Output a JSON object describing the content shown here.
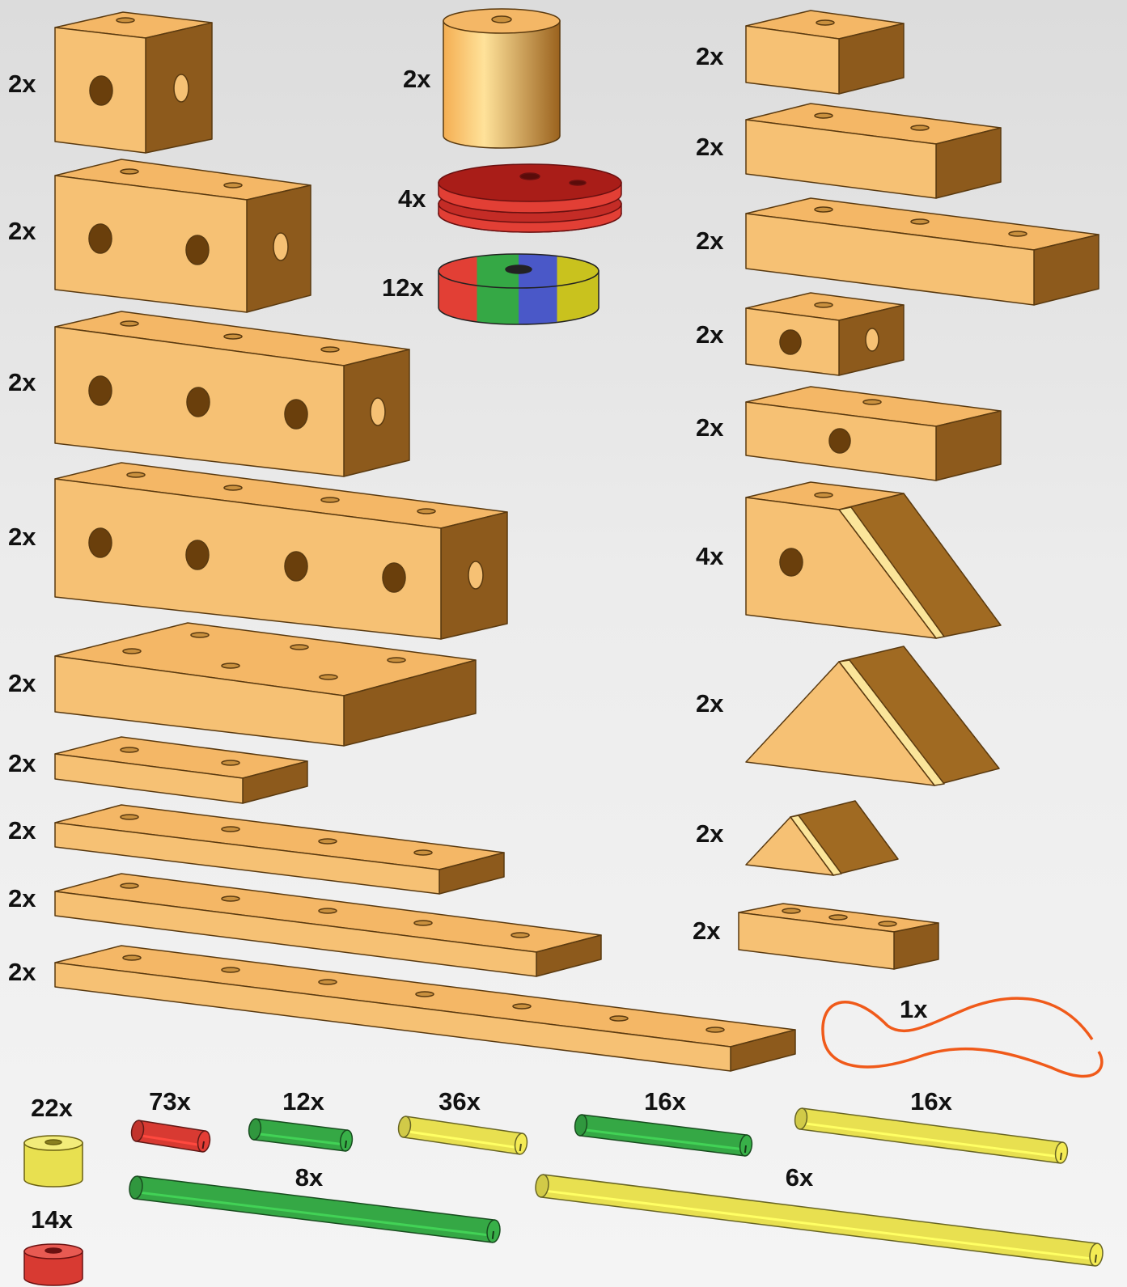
{
  "parts": {
    "left_blocks": [
      {
        "qty": "2x",
        "name": "cube-block-1-hole"
      },
      {
        "qty": "2x",
        "name": "block-2-holes"
      },
      {
        "qty": "2x",
        "name": "block-3-holes"
      },
      {
        "qty": "2x",
        "name": "block-4-holes"
      },
      {
        "qty": "2x",
        "name": "wide-plate-6-holes"
      },
      {
        "qty": "2x",
        "name": "short-slat-2-holes"
      },
      {
        "qty": "2x",
        "name": "slat-4-holes"
      },
      {
        "qty": "2x",
        "name": "slat-5-holes"
      },
      {
        "qty": "2x",
        "name": "long-slat-7-holes"
      }
    ],
    "middle": [
      {
        "qty": "2x",
        "name": "cylinder-wheel"
      },
      {
        "qty": "4x",
        "name": "red-pulley-disc"
      },
      {
        "qty": "12x",
        "name": "colored-ring"
      }
    ],
    "right_blocks": [
      {
        "qty": "2x",
        "name": "small-block-1-hole"
      },
      {
        "qty": "2x",
        "name": "flat-block-2-holes"
      },
      {
        "qty": "2x",
        "name": "long-flat-block-3-holes"
      },
      {
        "qty": "2x",
        "name": "small-block-side-holes"
      },
      {
        "qty": "2x",
        "name": "flat-block-front-hole"
      },
      {
        "qty": "4x",
        "name": "ramp-wedge"
      },
      {
        "qty": "2x",
        "name": "large-prism"
      },
      {
        "qty": "2x",
        "name": "small-prism"
      },
      {
        "qty": "2x",
        "name": "small-block-3-holes"
      }
    ],
    "string": {
      "qty": "1x",
      "name": "orange-string"
    },
    "pegs": [
      {
        "qty": "22x",
        "name": "yellow-spacer",
        "color": "#e8e050"
      },
      {
        "qty": "14x",
        "name": "red-spacer",
        "color": "#d83a32"
      },
      {
        "qty": "73x",
        "name": "red-short-peg",
        "color": "#d83a32"
      },
      {
        "qty": "12x",
        "name": "green-short-peg",
        "color": "#35a845"
      },
      {
        "qty": "36x",
        "name": "yellow-peg",
        "color": "#e8e050"
      },
      {
        "qty": "16x",
        "name": "green-medium-peg",
        "color": "#35a845"
      },
      {
        "qty": "16x",
        "name": "yellow-long-peg",
        "color": "#e8e050"
      },
      {
        "qty": "8x",
        "name": "green-long-rod",
        "color": "#35a845"
      },
      {
        "qty": "6x",
        "name": "yellow-very-long-rod",
        "color": "#e8e050"
      }
    ]
  },
  "colors": {
    "wood_front": "#f6c174",
    "wood_top": "#f4b766",
    "wood_side": "#8d5a1c",
    "wood_edge": "#fbe59a",
    "background": "#e8e8e8",
    "string": "#f05a1a"
  }
}
